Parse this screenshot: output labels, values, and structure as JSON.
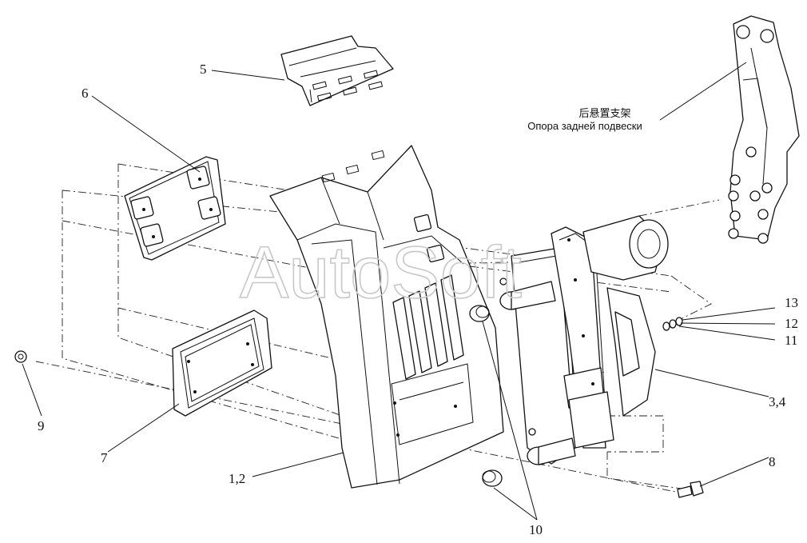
{
  "watermark": "AutoSoft",
  "note": {
    "line_zh": "后悬置支架",
    "line_ru": "Опора задней подвески"
  },
  "callouts": {
    "c5": "5",
    "c6": "6",
    "c7": "7",
    "c9": "9",
    "c12": "1,2",
    "c10": "10",
    "c8": "8",
    "c34": "3,4",
    "c11": "11",
    "c12b": "12",
    "c13": "13"
  }
}
